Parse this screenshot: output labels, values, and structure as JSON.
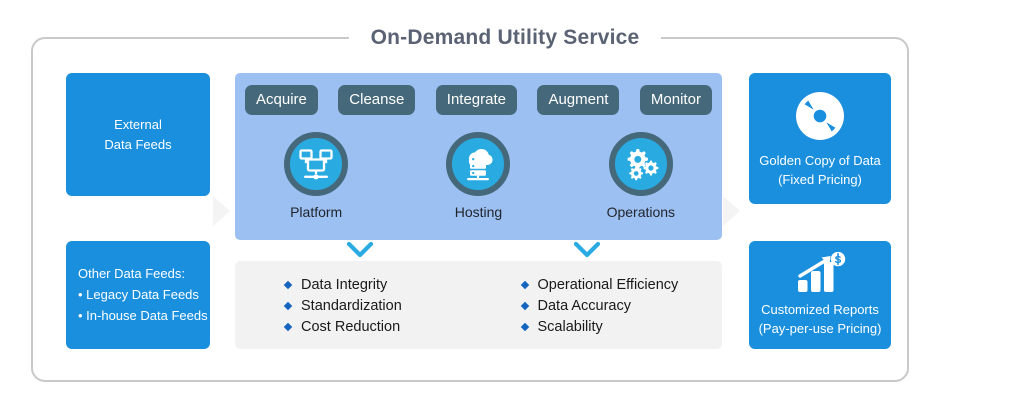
{
  "diagram": {
    "title": "On-Demand Utility Service",
    "colors": {
      "primary_blue": "#1a8fdd",
      "panel_blue": "#9dc0f2",
      "step_slate": "#45697b",
      "icon_cyan": "#29abe2",
      "benefits_bg": "#f2f2f2",
      "title_gray": "#5a6273",
      "bullet_blue": "#1565c0"
    }
  },
  "inputs": {
    "external": {
      "line1": "External",
      "line2": "Data Feeds"
    },
    "other": {
      "heading": "Other Data Feeds:",
      "item1": "• Legacy Data Feeds",
      "item2": "• In-house Data Feeds"
    }
  },
  "process": {
    "steps": [
      {
        "label": "Acquire"
      },
      {
        "label": "Cleanse"
      },
      {
        "label": "Integrate"
      },
      {
        "label": "Augment"
      },
      {
        "label": "Monitor"
      }
    ],
    "services": [
      {
        "label": "Platform",
        "icon": "network-monitors-icon"
      },
      {
        "label": "Hosting",
        "icon": "cloud-server-icon"
      },
      {
        "label": "Operations",
        "icon": "gears-icon"
      }
    ]
  },
  "benefits": {
    "column1": [
      {
        "label": "Data Integrity"
      },
      {
        "label": "Standardization"
      },
      {
        "label": "Cost Reduction"
      }
    ],
    "column2": [
      {
        "label": "Operational Efficiency"
      },
      {
        "label": "Data Accuracy"
      },
      {
        "label": "Scalability"
      }
    ]
  },
  "outputs": {
    "golden": {
      "line1": "Golden Copy of Data",
      "line2": "(Fixed Pricing)",
      "icon": "disc-icon"
    },
    "reports": {
      "line1": "Customized Reports",
      "line2": "(Pay-per-use Pricing)",
      "icon": "bar-chart-growth-dollar-icon"
    }
  }
}
